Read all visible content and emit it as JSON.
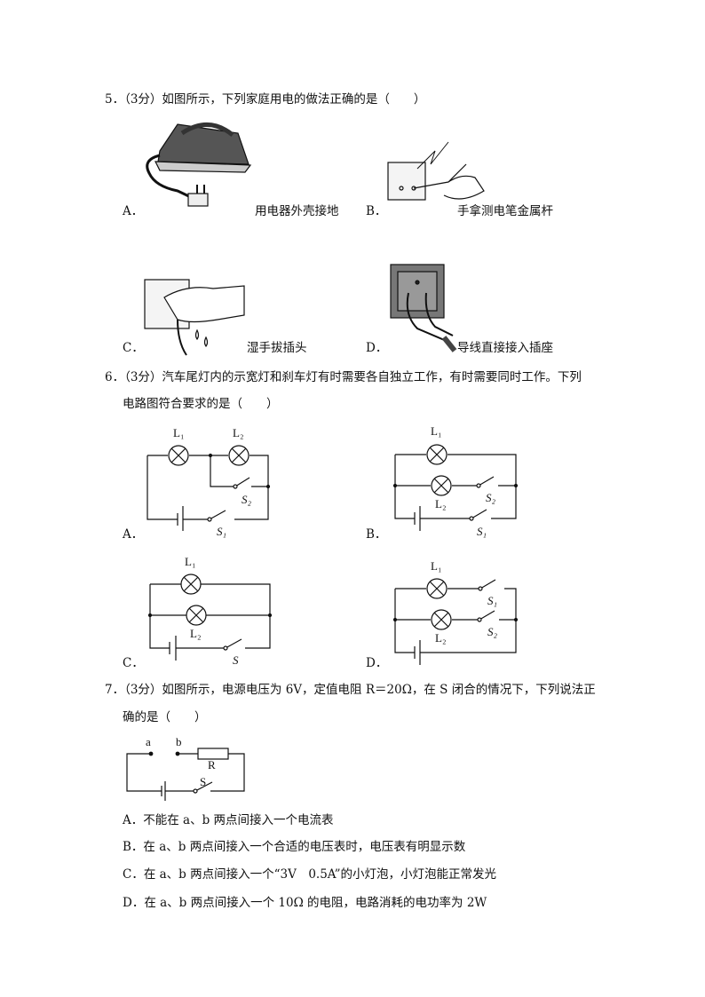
{
  "q5": {
    "stem": "5．（3分）如图所示，下列家庭用电的做法正确的是（　　）",
    "options": [
      {
        "letter": "A．",
        "caption": "用电器外壳接地"
      },
      {
        "letter": "B．",
        "caption": "手拿测电笔金属杆"
      },
      {
        "letter": "C．",
        "caption": "湿手拔插头"
      },
      {
        "letter": "D．",
        "caption": "导线直接接入插座"
      }
    ]
  },
  "q6": {
    "stem_line1": "6．（3分）汽车尾灯内的示宽灯和刹车灯有时需要各自独立工作，有时需要同时工作。下列",
    "stem_line2": "电路图符合要求的是（　　）",
    "options": [
      "A．",
      "B．",
      "C．",
      "D．"
    ],
    "labels": {
      "L1": "L₁",
      "L2": "L₂",
      "S1": "S₁",
      "S2": "S₂",
      "S": "S"
    }
  },
  "q7": {
    "stem_line1": "7．（3分）如图所示，电源电压为 6V，定值电阻 R＝20Ω，在 S 闭合的情况下，下列说法正",
    "stem_line2": "确的是（　　）",
    "circuit": {
      "a": "a",
      "b": "b",
      "R": "R",
      "S": "S"
    },
    "options": [
      "A．不能在 a、b 两点间接入一个电流表",
      "B．在 a、b 两点间接入一个合适的电压表时，电压表有明显示数",
      "C．在 a、b 两点间接入一个“3V　0.5A”的小灯泡，小灯泡能正常发光",
      "D．在 a、b 两点间接入一个 10Ω 的电阻，电路消耗的电功率为 2W"
    ]
  }
}
